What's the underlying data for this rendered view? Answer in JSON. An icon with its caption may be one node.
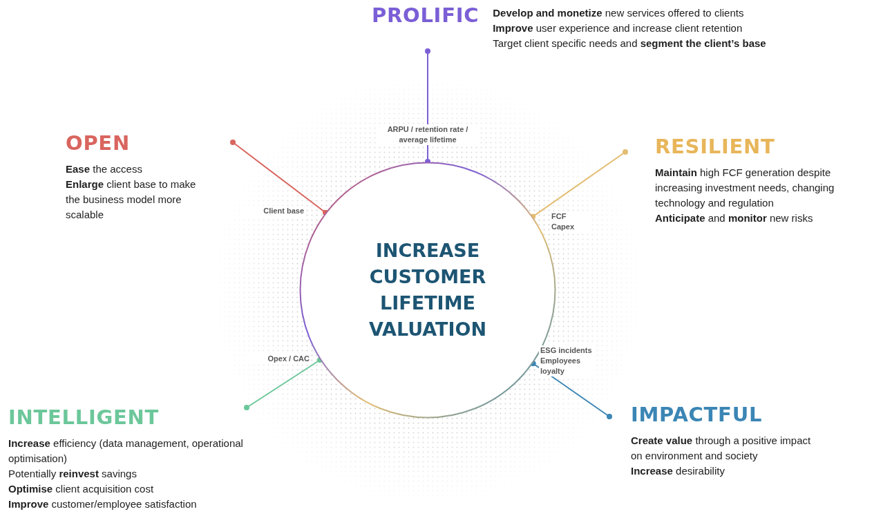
{
  "diagram": {
    "nodes": [
      {
        "text": [
          "INCREASE CUSTOMER LIFETIME VALUATION"
        ]
      },
      {
        "text": [
          "PROLIFIC",
          "**Develop and monetize** new services offered to clients",
          "**Improve** user experience and increase client retention",
          "Target client specific needs and **segment the client’s base**"
        ]
      },
      {
        "text": [
          "OPEN",
          "**Ease** the access",
          "**Enlarge** client base to make the business model more scalable"
        ]
      },
      {
        "text": [
          "RESILIENT",
          "**Maintain** high FCF generation despite increasing investment needs, changing technology and regulation",
          "**Anticipate** and **monitor** new risks"
        ]
      },
      {
        "text": [
          "INTELLIGENT",
          "**Increase** efficiency (data management, operational optimisation)",
          "Potentially **reinvest** savings",
          "**Optimise** client acquisition cost",
          "**Improve** customer/employee satisfaction"
        ]
      },
      {
        "text": [
          "IMPACTFUL",
          "**Create value** through a positive impact on environment and society",
          "**Increase** desirability"
        ]
      }
    ],
    "edges": [
      {
        "from": 1,
        "to": 0,
        "arrow": "other",
        "label": "ARPU / retention rate / average lifetime",
        "color": "#7b5fd6"
      },
      {
        "from": 2,
        "to": 0,
        "arrow": "other",
        "label": "Client base",
        "color": "#d9655f"
      },
      {
        "from": 3,
        "to": 0,
        "arrow": "other",
        "label": "FCF Capex",
        "color": "#e3bd72"
      },
      {
        "from": 4,
        "to": 0,
        "arrow": "other",
        "label": "Opex / CAC",
        "color": "#6cc79a"
      },
      {
        "from": 5,
        "to": 0,
        "arrow": "other",
        "label": "ESG incidents Employees loyalty",
        "color": "#3b86b5"
      }
    ]
  }
}
